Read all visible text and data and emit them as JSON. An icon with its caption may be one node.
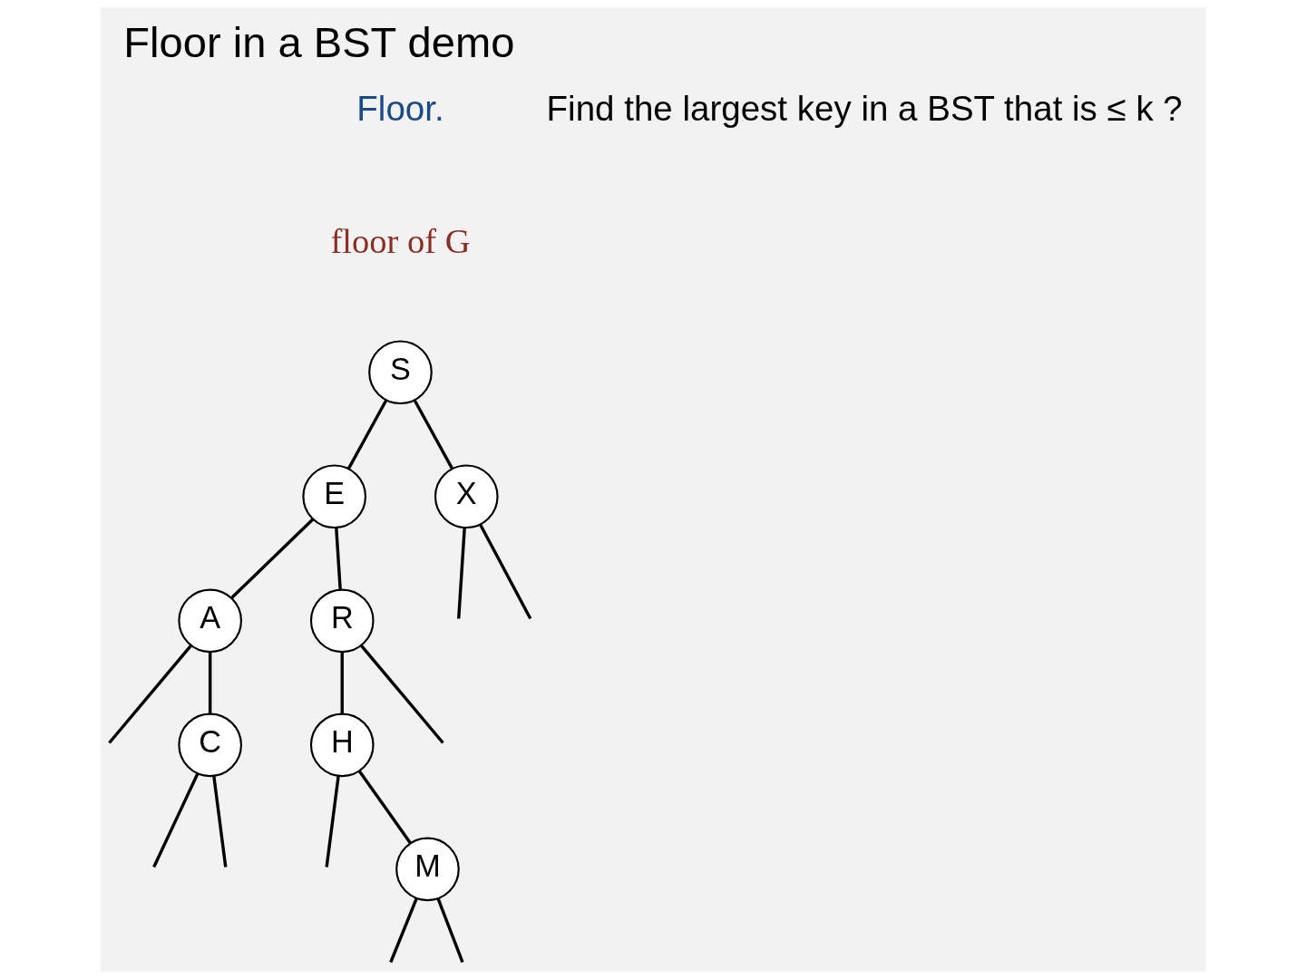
{
  "diagram": {
    "title": "Floor in a BST demo",
    "nodes": [
      {
        "text": [
          "S"
        ]
      },
      {
        "text": [
          "E"
        ]
      },
      {
        "text": [
          "X"
        ]
      },
      {
        "text": [
          "A"
        ]
      },
      {
        "text": [
          "R"
        ]
      },
      {
        "text": [
          "C"
        ]
      },
      {
        "text": [
          "H"
        ]
      },
      {
        "text": [
          "M"
        ]
      }
    ],
    "edges": [
      {
        "from": 0,
        "to": 1,
        "arrow": "none"
      },
      {
        "from": 0,
        "to": 2,
        "arrow": "none"
      },
      {
        "from": 1,
        "to": 3,
        "arrow": "none"
      },
      {
        "from": 1,
        "to": 4,
        "arrow": "none"
      },
      {
        "from": 2,
        "to": null,
        "arrow": "none"
      },
      {
        "from": 2,
        "to": null,
        "arrow": "none"
      },
      {
        "from": 3,
        "to": null,
        "arrow": "none"
      },
      {
        "from": 3,
        "to": 5,
        "arrow": "none"
      },
      {
        "from": 4,
        "to": 6,
        "arrow": "none"
      },
      {
        "from": 4,
        "to": null,
        "arrow": "none"
      },
      {
        "from": 5,
        "to": null,
        "arrow": "none"
      },
      {
        "from": 5,
        "to": null,
        "arrow": "none"
      },
      {
        "from": 6,
        "to": null,
        "arrow": "none"
      },
      {
        "from": 6,
        "to": 7,
        "arrow": "none"
      },
      {
        "from": 7,
        "to": null,
        "arrow": "none"
      },
      {
        "from": 7,
        "to": null,
        "arrow": "none"
      }
    ],
    "labels": [
      "Floor.",
      "Find the largest key in a BST that is ≤ k ?",
      "floor of G"
    ]
  }
}
